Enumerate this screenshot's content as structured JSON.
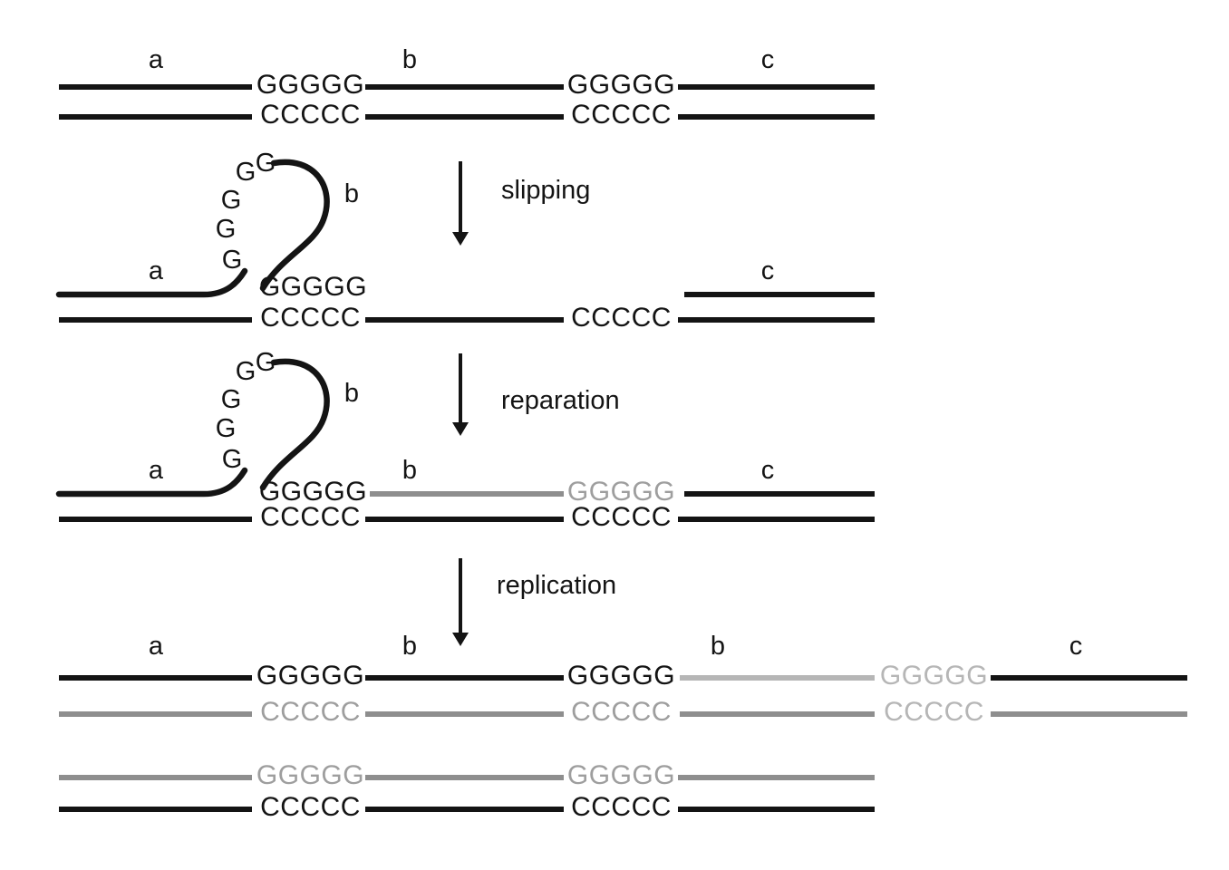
{
  "diagram": {
    "description": "DNA replication slippage mechanism",
    "segment_labels": {
      "a": "a",
      "b": "b",
      "c": "c"
    },
    "sequences": {
      "g_repeat": "GGGGG",
      "c_repeat": "CCCCC",
      "g_single": "G"
    },
    "steps": {
      "slipping": "slipping",
      "reparation": "reparation",
      "replication": "replication"
    },
    "colors": {
      "black": "#141414",
      "gray": "#8e8e8e",
      "light_gray": "#b6b6b6"
    }
  }
}
